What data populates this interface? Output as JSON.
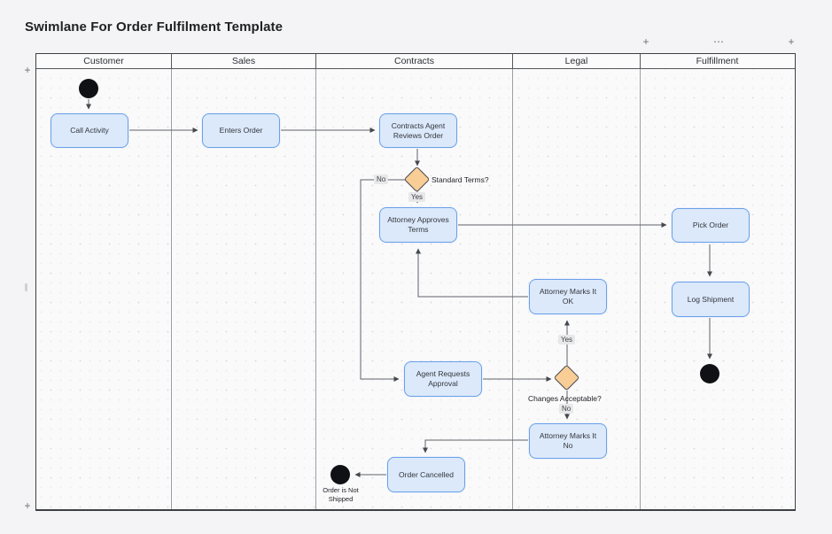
{
  "title": "Swimlane For Order Fulfilment Template",
  "lanes": [
    {
      "title": "Customer"
    },
    {
      "title": "Sales"
    },
    {
      "title": "Contracts"
    },
    {
      "title": "Legal"
    },
    {
      "title": "Fulfillment"
    }
  ],
  "controls": {
    "add_lane_divider": "+",
    "lane_menu": "⋯",
    "add_lane_right": "+",
    "add_row_top_left": "+",
    "add_row_bottom_left": "+"
  },
  "nodes": {
    "call_activity": "Call Activity",
    "enters_order": "Enters Order",
    "contracts_agent_reviews_order": "Contracts Agent Reviews Order",
    "attorney_approves_terms": "Attorney Approves Terms",
    "attorney_marks_it_ok": "Attorney Marks It OK",
    "agent_requests_approval": "Agent Requests Approval",
    "attorney_marks_it_no": "Attorney Marks It No",
    "order_cancelled": "Order Cancelled",
    "pick_order": "Pick Order",
    "log_shipment": "Log Shipment"
  },
  "edge_labels": {
    "standard_terms": "Standard Terms?",
    "standard_terms_yes": "Yes",
    "standard_terms_no": "No",
    "changes_acceptable": "Changes Acceptable?",
    "changes_yes": "Yes",
    "changes_no": "No",
    "order_not_shipped": "Order is Not Shipped"
  },
  "colors": {
    "task_fill": "#dbe9fb",
    "task_border": "#6ba0e8",
    "decision_fill": "#f8cd96",
    "decision_border": "#4a4a4f",
    "event_fill": "#101114",
    "edge_line": "#5f6368",
    "canvas_bg": "#f4f4f6"
  }
}
